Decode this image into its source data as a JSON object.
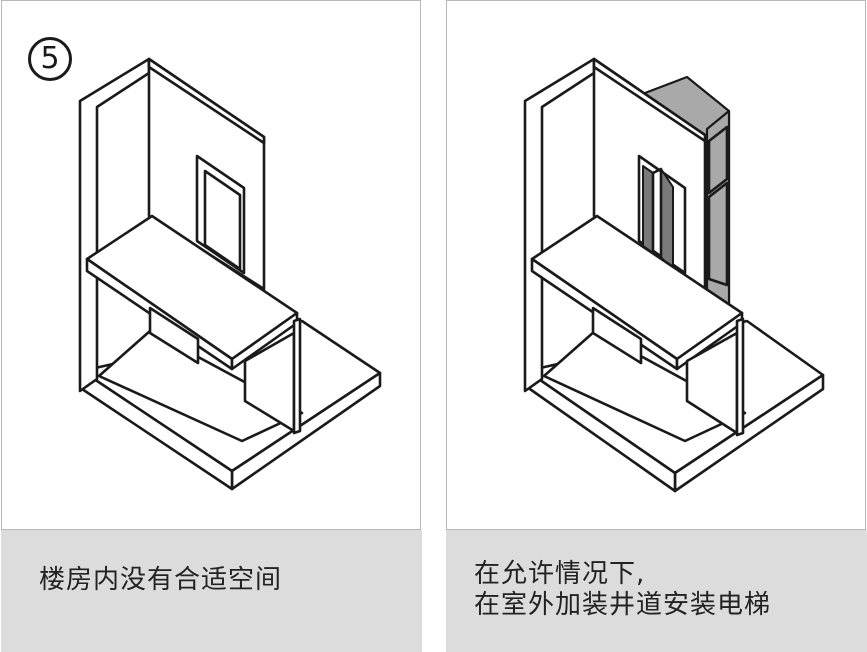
{
  "step": {
    "number": "5"
  },
  "panels": [
    {
      "id": "left",
      "caption_lines": [
        "楼房内没有合适空间"
      ]
    },
    {
      "id": "right",
      "caption_lines": [
        "在允许情况下,",
        "在室外加装井道安装电梯"
      ]
    }
  ],
  "colors": {
    "caption_bg": "#dcdcdc",
    "shaft": "#a9a9a9",
    "outline": "#1a1a1a"
  }
}
